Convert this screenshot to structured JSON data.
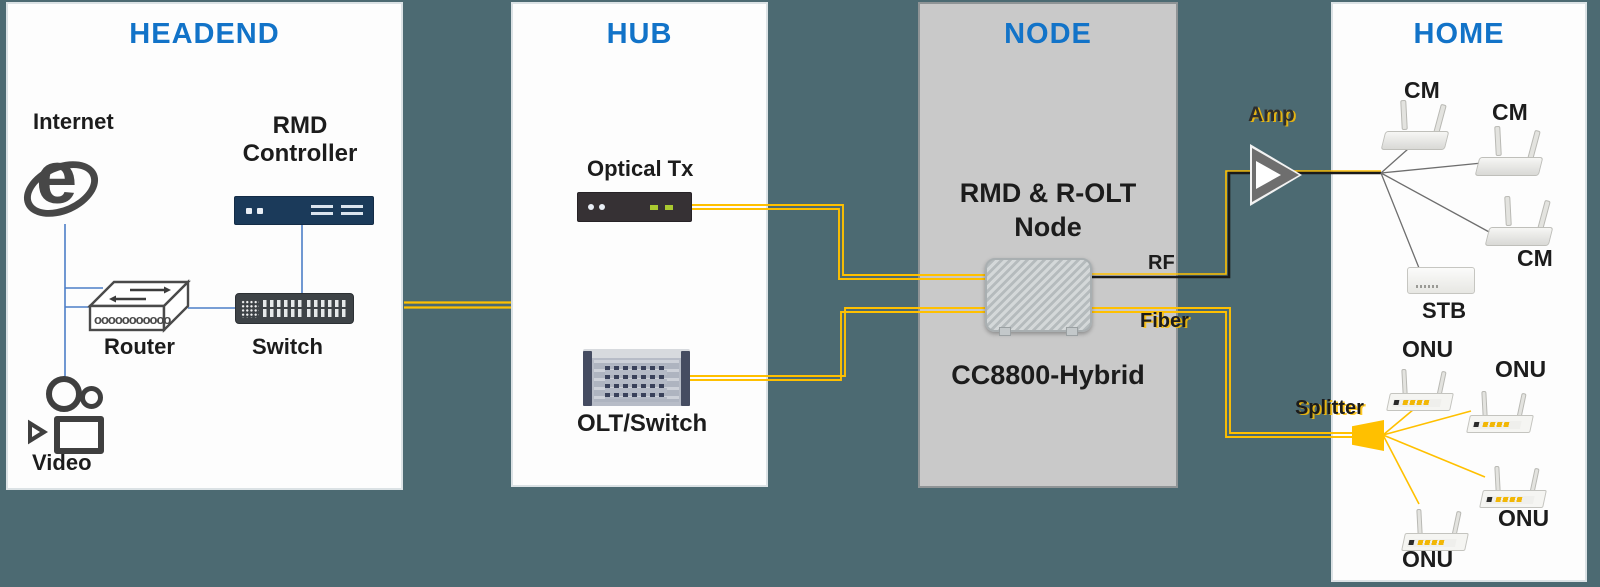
{
  "colors": {
    "background": "#4C6A72",
    "section_title_blue": "#1273C8",
    "fiber_yellow": "#FFC000",
    "rf_black": "#1A1A1A",
    "ethernet_blue": "#4D7EC8",
    "node_box_gray": "#C9C9C9"
  },
  "sections": {
    "headend": {
      "title": "HEADEND",
      "internet_label": "Internet",
      "controller_label": "RMD Controller",
      "router_label": "Router",
      "switch_label": "Switch",
      "video_label": "Video"
    },
    "hub": {
      "title": "HUB",
      "optical_tx_label": "Optical Tx",
      "olt_label": "OLT/Switch"
    },
    "node": {
      "title": "NODE",
      "device_name_line1": "RMD & R-OLT",
      "device_name_line2": "Node",
      "device_model": "CC8800-Hybrid",
      "rf_label": "RF",
      "fiber_label": "Fiber"
    },
    "distribution": {
      "amp_label": "Amp",
      "splitter_label": "Splitter"
    },
    "home": {
      "title": "HOME",
      "cm_labels": [
        "CM",
        "CM",
        "CM"
      ],
      "stb_label": "STB",
      "onu_labels": [
        "ONU",
        "ONU",
        "ONU",
        "ONU"
      ]
    }
  }
}
